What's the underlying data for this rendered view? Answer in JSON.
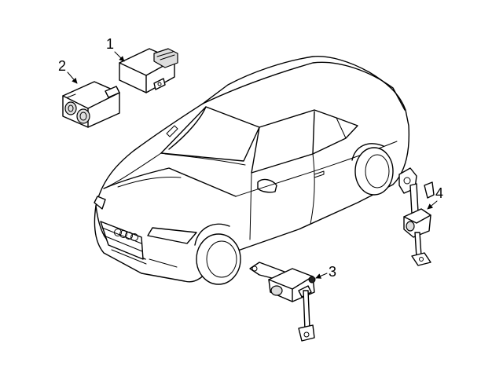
{
  "diagram": {
    "callouts": [
      {
        "label": "1",
        "part": "module-1"
      },
      {
        "label": "2",
        "part": "module-2"
      },
      {
        "label": "3",
        "part": "level-sensor-front"
      },
      {
        "label": "4",
        "part": "level-sensor-rear"
      }
    ],
    "colors": {
      "line": "#000000",
      "background": "#ffffff",
      "shade": "#dddddd"
    },
    "icons": {
      "car": "coupe-car-illustration",
      "grille_logo": "four-rings-logo"
    }
  }
}
